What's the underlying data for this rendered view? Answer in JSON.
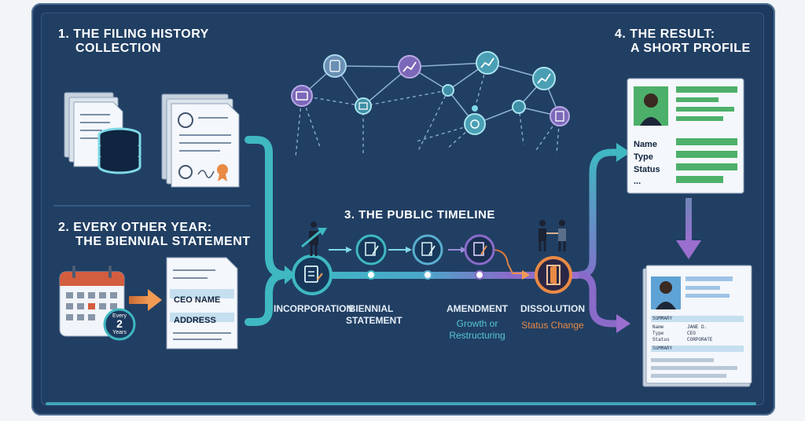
{
  "sections": {
    "collection": {
      "line1": "1. THE FILING HISTORY",
      "line2": "COLLECTION"
    },
    "biennial": {
      "line1": "2. EVERY OTHER YEAR:",
      "line2": "THE BIENNIAL STATEMENT"
    },
    "timeline": {
      "title": "3. THE PUBLIC TIMELINE"
    },
    "result": {
      "line1": "4. THE RESULT:",
      "line2": "A SHORT PROFILE"
    }
  },
  "form": {
    "field1": "CEO NAME",
    "field2": "ADDRESS"
  },
  "calendar_badge": {
    "top": "Every",
    "number": "2",
    "bottom": "Years"
  },
  "timeline_stages": [
    {
      "label": "INCORPORATION"
    },
    {
      "label_line1": "BIENNIAL",
      "label_line2": "STATEMENT"
    },
    {
      "label": "AMENDMENT",
      "sub_line1": "Growth or",
      "sub_line2": "Restructuring"
    },
    {
      "label": "DISSOLUTION",
      "sub": "Status Change"
    }
  ],
  "profile_card": {
    "fields": [
      "Name",
      "Type",
      "Status",
      "..."
    ]
  },
  "summary_doc": {
    "summary1": "SUMMARY",
    "rows": [
      {
        "key": "Name",
        "value": "JANE D."
      },
      {
        "key": "Type",
        "value": "CEO"
      },
      {
        "key": "Status",
        "value": "CORPORATE"
      }
    ],
    "summary2": "SUMMARY"
  },
  "colors": {
    "background": "#213f63",
    "teal_flow": "#3fb8c2",
    "purple_flow": "#8a6bc9",
    "orange_flow": "#e98a45",
    "green_bar": "#4db06a"
  },
  "icons": [
    "database-icon",
    "document-icon",
    "calendar-icon",
    "network-node-icon",
    "person-icon",
    "handshake-icon",
    "door-exit-icon",
    "edit-doc-icon"
  ]
}
